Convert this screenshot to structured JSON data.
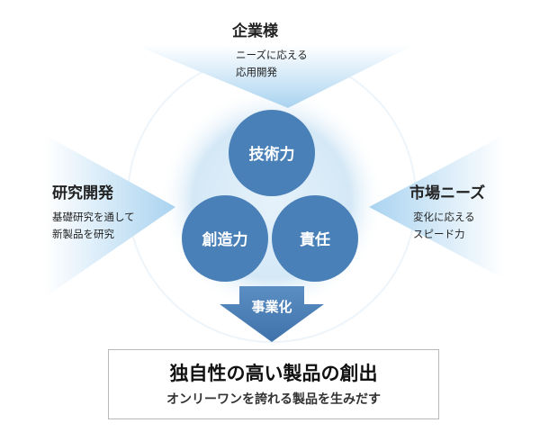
{
  "top": {
    "title": "企業様",
    "lines": [
      "ニーズに応える",
      "応用開発"
    ]
  },
  "left": {
    "title": "研究開発",
    "lines": [
      "基礎研究を通して",
      "新製品を研究"
    ]
  },
  "right": {
    "title": "市場ニーズ",
    "lines": [
      "変化に応える",
      "スピード力"
    ]
  },
  "circles": {
    "top": "技術力",
    "left": "創造力",
    "right": "責任"
  },
  "arrow": {
    "label": "事業化"
  },
  "result": {
    "title": "独自性の高い製品の創出",
    "subtitle": "オンリーワンを誇れる製品を生みだす"
  },
  "colors": {
    "circle": "#4a80b8",
    "glow": "#cfe5f5",
    "result_border": "#b8b8b8",
    "text": "#222222"
  }
}
